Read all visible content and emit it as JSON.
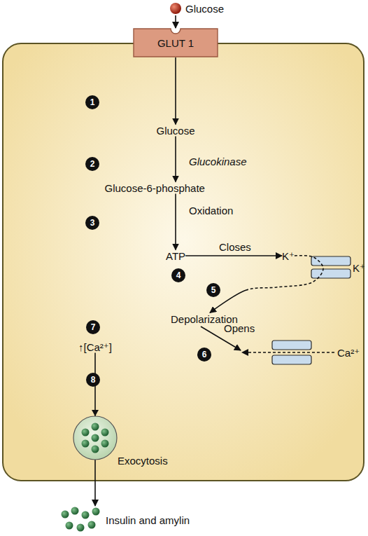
{
  "diagram": {
    "nodes": [
      {
        "text": [
          "Glucose"
        ]
      },
      {
        "text": [
          "GLUT 1"
        ]
      },
      {
        "text": [
          "Glucose"
        ]
      },
      {
        "text": [
          "Glucose-6-phosphate"
        ]
      },
      {
        "text": [
          "ATP"
        ]
      },
      {
        "text": [
          "K⁺"
        ]
      },
      {
        "text": [
          "Depolarization"
        ]
      },
      {
        "text": [
          "↑[Ca²⁺]"
        ]
      },
      {
        "text": [
          "Insulin and amylin"
        ]
      }
    ],
    "edges": [
      {
        "from": 0,
        "to": 1,
        "arrow": "to"
      },
      {
        "from": 1,
        "to": 2,
        "arrow": "to"
      },
      {
        "from": 2,
        "to": 3,
        "label": "Glucokinase",
        "arrow": "to"
      },
      {
        "from": 3,
        "to": 4,
        "label": "Oxidation",
        "arrow": "to"
      },
      {
        "from": 4,
        "to": 5,
        "label": "Closes",
        "arrow": "to"
      },
      {
        "from": 5,
        "to": 6,
        "arrow": "to"
      },
      {
        "from": 7,
        "to": 8,
        "label": "Exocytosis",
        "arrow": "to"
      }
    ],
    "labels": [
      "1",
      "2",
      "3",
      "4",
      "K⁺",
      "5",
      "Opens",
      "6",
      "Ca²⁺",
      "7",
      "8"
    ]
  }
}
